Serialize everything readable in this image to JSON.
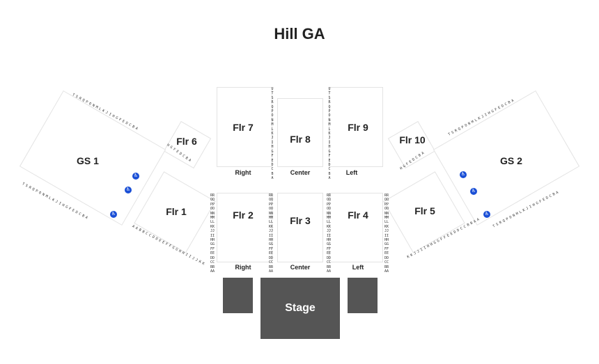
{
  "title": "Hill GA",
  "colors": {
    "section_border": "#e3e3e3",
    "stage": "#555555",
    "ada": "#1a4fd6",
    "text": "#222222"
  },
  "sections": {
    "gs1": "GS 1",
    "gs2": "GS 2",
    "flr1": "Flr 1",
    "flr2": "Flr 2",
    "flr3": "Flr 3",
    "flr4": "Flr 4",
    "flr5": "Flr 5",
    "flr6": "Flr 6",
    "flr7": "Flr 7",
    "flr8": "Flr 8",
    "flr9": "Flr 9",
    "flr10": "Flr 10"
  },
  "side_labels": {
    "upper_right": "Right",
    "upper_center": "Center",
    "upper_left": "Left",
    "lower_right": "Right",
    "lower_center": "Center",
    "lower_left": "Left"
  },
  "stage": "Stage",
  "rows_upper": [
    "U",
    "T",
    "S",
    "R",
    "Q",
    "P",
    "O",
    "N",
    "M",
    "L",
    "K",
    "J",
    "I",
    "H",
    "G",
    "F",
    "E",
    "D",
    "C",
    "B",
    "A"
  ],
  "rows_lower": [
    "RR",
    "QQ",
    "PP",
    "OO",
    "NN",
    "MM",
    "LL",
    "KK",
    "JJ",
    "II",
    "HH",
    "GG",
    "FF",
    "EE",
    "DD",
    "CC",
    "BB",
    "AA"
  ],
  "rows_gs": "TSRQPONMLKJIHGFEDCBA",
  "rows_flr6": "HGFEDCBA",
  "rows_flr10": "HGFEDCBA",
  "rows_flr1": "AABBCCDDEEFFGGHHIIJJKK",
  "rows_flr5": "KKJJIIHHGGFFEEDDCCBBAA",
  "ada_icon": "wheelchair-icon",
  "ada_glyph": "♿"
}
